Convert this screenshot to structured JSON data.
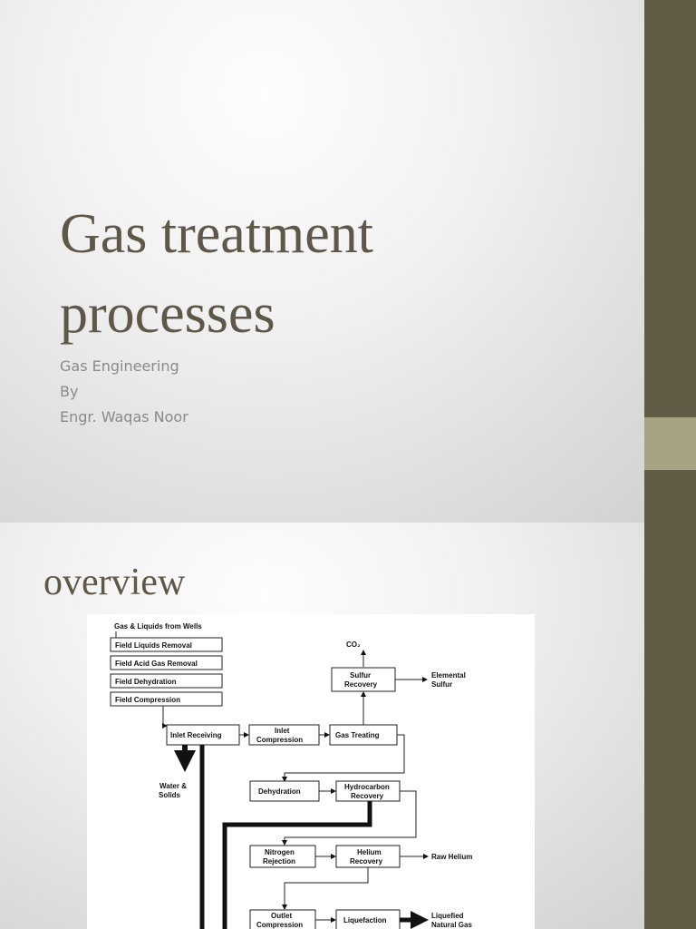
{
  "theme": {
    "band_dark": "#625c46",
    "band_light": "#a6a282",
    "title_color": "#5f5848"
  },
  "slide1": {
    "title_line1": "Gas treatment",
    "title_line2": "processes",
    "subtitle": [
      "Gas Engineering",
      "By",
      "Engr. Waqas Noor"
    ]
  },
  "slide2": {
    "heading": "overview",
    "diagram": {
      "source": "Gas & Liquids from Wells",
      "field_steps": [
        "Field Liquids Removal",
        "Field Acid Gas Removal",
        "Field Dehydration",
        "Field Compression"
      ],
      "co2": "CO₂",
      "sulfur_recovery": [
        "Sulfur",
        "Recovery"
      ],
      "elemental_sulfur": [
        "Elemental",
        "Sulfur"
      ],
      "inlet_receiving": "Inlet Receiving",
      "inlet_compression": [
        "Inlet",
        "Compression"
      ],
      "gas_treating": "Gas Treating",
      "water_solids": [
        "Water &",
        "Solids"
      ],
      "dehydration": "Dehydration",
      "hydrocarbon_recovery": [
        "Hydrocarbon",
        "Recovery"
      ],
      "nitrogen_rejection": [
        "Nitrogen",
        "Rejection"
      ],
      "helium_recovery": [
        "Helium",
        "Recovery"
      ],
      "raw_helium": "Raw Helium",
      "outlet_compression": [
        "Outlet",
        "Compression"
      ],
      "liquefaction": "Liquefaction",
      "lng": [
        "Liquefied",
        "Natural Gas"
      ]
    }
  }
}
